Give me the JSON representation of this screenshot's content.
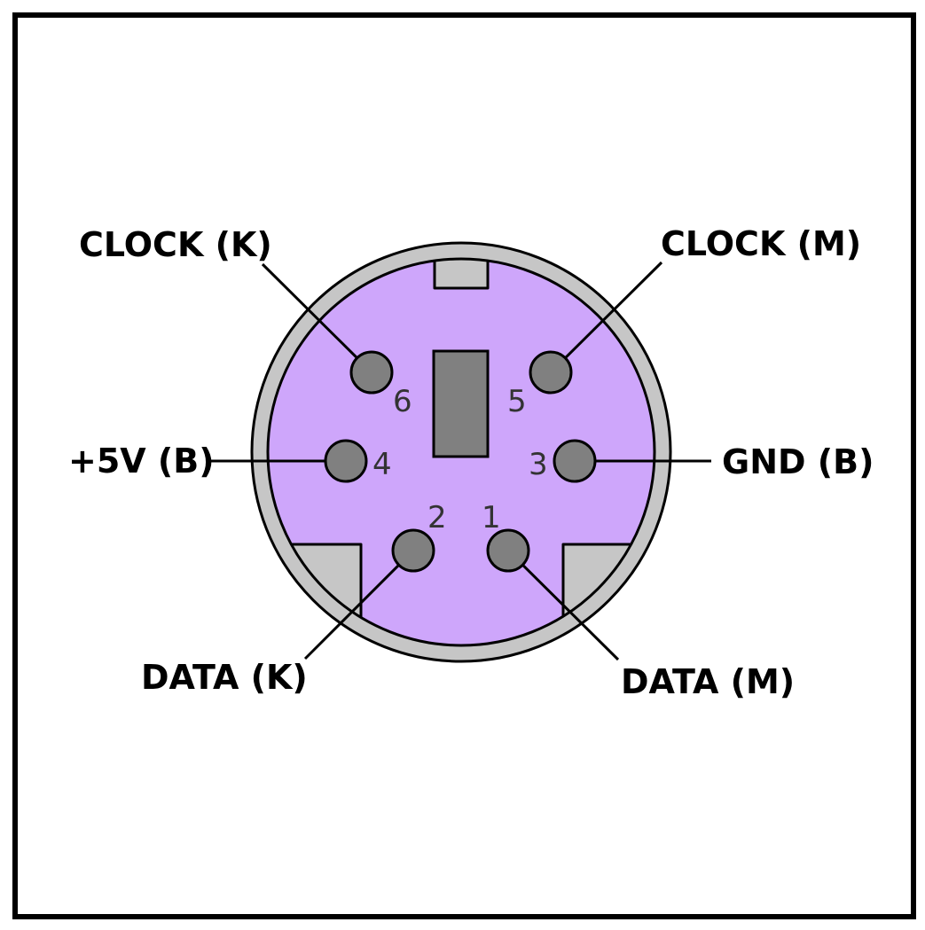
{
  "colors": {
    "frame": "#000000",
    "shell": "#c6c6c6",
    "insulator": "#cea6fb",
    "pin": "#808080",
    "key": "#808080",
    "outline": "#000000"
  },
  "pins": [
    {
      "number": "6",
      "label": "CLOCK (K)"
    },
    {
      "number": "5",
      "label": "CLOCK (M)"
    },
    {
      "number": "4",
      "label": "+5V (B)"
    },
    {
      "number": "3",
      "label": "GND (B)"
    },
    {
      "number": "2",
      "label": "DATA (K)"
    },
    {
      "number": "1",
      "label": "DATA (M)"
    }
  ]
}
